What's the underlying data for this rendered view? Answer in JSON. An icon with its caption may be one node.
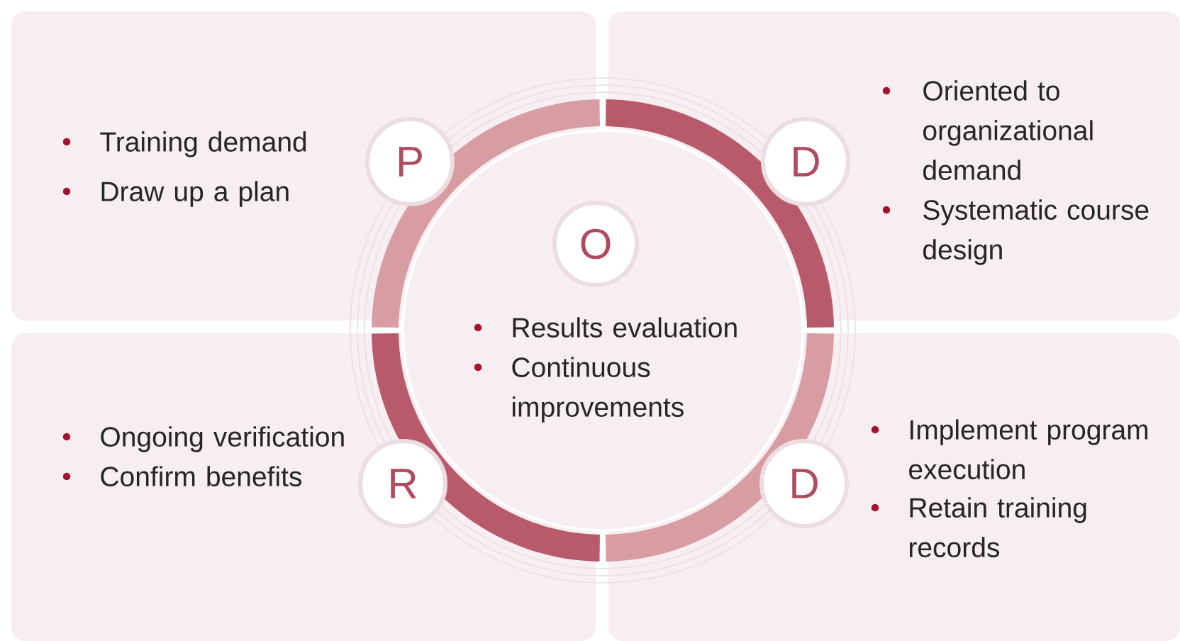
{
  "diagram": {
    "nodes": [
      {
        "text": [
          "Training demand",
          "Draw up a plan"
        ]
      },
      {
        "text": [
          "Oriented to organizational demand",
          "Systematic course design"
        ]
      },
      {
        "text": [
          "Ongoing verification",
          "Confirm benefits"
        ]
      },
      {
        "text": [
          "Implement program execution",
          "Retain training records"
        ]
      },
      {
        "text": [
          "Results evaluation",
          "Continuous improvements"
        ]
      },
      {
        "text": [
          "P"
        ],
        "in": 0
      },
      {
        "text": [
          "D"
        ],
        "in": 1
      },
      {
        "text": [
          "R"
        ],
        "in": 2
      },
      {
        "text": [
          "D"
        ],
        "in": 3
      },
      {
        "text": [
          "O"
        ],
        "in": 4
      }
    ]
  }
}
